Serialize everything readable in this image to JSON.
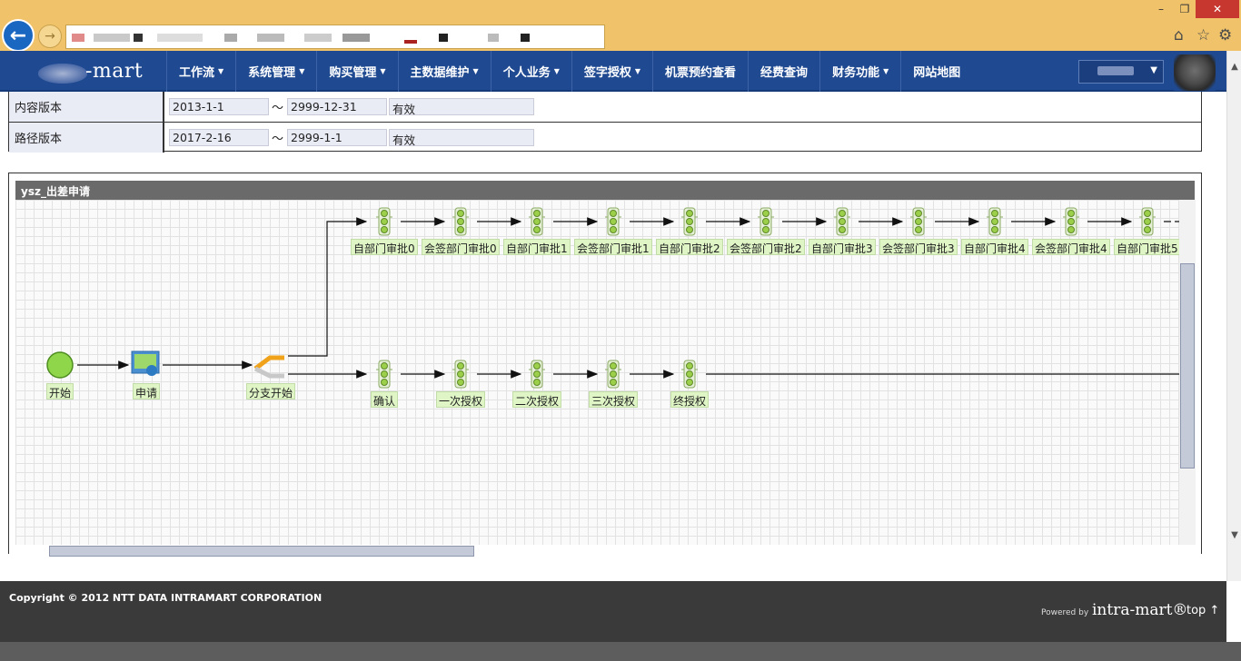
{
  "browser": {
    "icons": [
      "back-arrow-icon",
      "forward-arrow-icon",
      "home-icon",
      "star-icon",
      "gear-icon"
    ],
    "window_controls": [
      "–",
      "❐",
      "✕"
    ]
  },
  "nav": {
    "logo": "-mart",
    "menu": [
      {
        "label": "工作流",
        "dropdown": true
      },
      {
        "label": "系统管理",
        "dropdown": true
      },
      {
        "label": "购买管理",
        "dropdown": true
      },
      {
        "label": "主数据维护",
        "dropdown": true
      },
      {
        "label": "个人业务",
        "dropdown": true
      },
      {
        "label": "签字授权",
        "dropdown": true
      },
      {
        "label": "机票预约查看",
        "dropdown": false
      },
      {
        "label": "经费查询",
        "dropdown": false
      },
      {
        "label": "财务功能",
        "dropdown": true
      },
      {
        "label": "网站地图",
        "dropdown": false
      }
    ]
  },
  "versions": {
    "rows": [
      {
        "label": "内容版本",
        "start": "2013-1-1",
        "tilde": "～",
        "end": "2999-12-31",
        "status": "有效"
      },
      {
        "label": "路径版本",
        "start": "2017-2-16",
        "tilde": "～",
        "end": "2999-1-1",
        "status": "有效"
      }
    ]
  },
  "workflow": {
    "title": "ysz_出差申请",
    "start_nodes": [
      {
        "label": "开始",
        "icon": "start-circle-icon"
      },
      {
        "label": "申请",
        "icon": "applicant-icon"
      },
      {
        "label": "分支开始",
        "icon": "branch-icon"
      }
    ],
    "upper_branch": [
      "自部门审批0",
      "会签部门审批0",
      "自部门审批1",
      "会签部门审批1",
      "自部门审批2",
      "会签部门审批2",
      "自部门审批3",
      "会签部门审批3",
      "自部门审批4",
      "会签部门审批4",
      "自部门审批5"
    ],
    "lower_branch": [
      "确认",
      "一次授权",
      "二次授权",
      "三次授权",
      "终授权"
    ]
  },
  "footer": {
    "copyright": "Copyright © 2012 NTT DATA INTRAMART CORPORATION",
    "powered_by": "Powered by",
    "powered_logo": "intra-mart®",
    "top_link": "top ↑"
  }
}
